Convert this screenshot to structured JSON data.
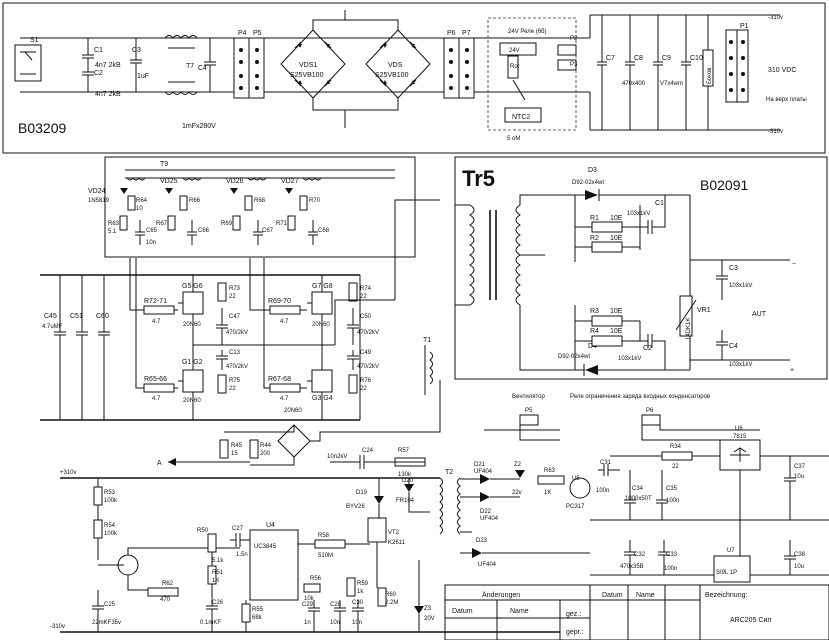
{
  "blocks": {
    "input": "B03209",
    "output_block": "B02091",
    "transformer_tr5": "Tr5"
  },
  "input_section": {
    "switch": "S1",
    "caps": [
      "C1",
      "C2",
      "C3",
      "C4"
    ],
    "cap_values": [
      "4n7 2kB",
      "4n7 2kB",
      "1uF"
    ],
    "c4_value": "1mFx280V",
    "filter": "T7",
    "connectors": [
      "P4",
      "P5",
      "P6",
      "P7"
    ],
    "bridge1_name": "VDS1",
    "bridge1_part": "S25VB100",
    "bridge2_name": "VDS",
    "bridge2_part": "S25VB100",
    "relay_label": "24V Реле (6б)",
    "relay_v": "24V",
    "r_relay": "Rог",
    "ntc_name": "NTC2",
    "ntc_value": "5 oM",
    "out_caps": [
      "C7",
      "C8",
      "C9",
      "C10"
    ],
    "cap_bank_values": [
      "470x400",
      "V7x4wm"
    ],
    "load_label": "Боков",
    "p1": "P1",
    "p2": "P2",
    "p3": "P3",
    "vdc": "310 VDC",
    "vdc_sub": "На верх платы",
    "minus_top": "-310v",
    "minus_bottom": "-310v"
  },
  "inverter": {
    "t9": "T9",
    "diodes": [
      "VD24",
      "VD25",
      "VD26",
      "VD27"
    ],
    "vd24_part": "1N5819",
    "r_top": [
      "R64",
      "R66",
      "R68",
      "R70"
    ],
    "r_top_val": "10",
    "r_mid": [
      "R63",
      "R67",
      "R69",
      "R71"
    ],
    "r_mid_val": "5.1",
    "c_snub": [
      "C65",
      "C66",
      "C67",
      "C68"
    ],
    "c_snub_val": "10n",
    "c_big": [
      "C45",
      "C51",
      "C60"
    ],
    "c_big_val": "4.7uMF",
    "g1": "G5 G6",
    "g2": "G7 G8",
    "g3": "G1 G2",
    "g4": "G3 G4",
    "mos": "20N60",
    "r72": "R72-71",
    "r69": "R69-70",
    "r65": "R65-66",
    "r67": "R67-68",
    "r_gate_val": "4.7",
    "r73": "R73",
    "r74": "R74",
    "r75": "R75",
    "r76": "R76",
    "r_drain_val": "22",
    "c47": "C47",
    "c50": "C50",
    "c13": "C13",
    "c49": "C49",
    "c_hv": "470/2kV",
    "t1": "T1"
  },
  "output": {
    "d3": "D3",
    "d3_part": "D92-02x4wt",
    "d4": "D4",
    "d4_part": "D92-02x4wt",
    "r1": "R1",
    "r2": "R2",
    "r3": "R3",
    "r4": "R4",
    "r_val": "10E",
    "c1": "C1",
    "c2": "C2",
    "c3": "C3",
    "c4": "C4",
    "c_val": "103x1kV",
    "vr1": "VR1",
    "vr1_part": "14DK1K",
    "aut": "AUT",
    "minus": "−",
    "plus": "+"
  },
  "control": {
    "a_label": "A",
    "r45": "R45",
    "r45v": "15",
    "r44": "R44",
    "r44v": "200",
    "c24": "C24",
    "c24v": "10n2kV",
    "r57": "R57",
    "r57v": "130k",
    "t2": "T2",
    "d21": "D21",
    "d21v": "UF404",
    "d22": "D22",
    "d22v": "UF404",
    "d19": "D19",
    "d19v": "BYV26",
    "d20": "D20",
    "d20v": "FR104",
    "d23": "D23",
    "d23v": "UF404",
    "z2": "Z2",
    "z2v": "22v",
    "r63": "R63",
    "r63v": "1K",
    "c31": "C31",
    "c31v": "100n",
    "u5": "U5",
    "u5v": "PC317",
    "u6": "U6",
    "u6v": "7815",
    "r34": "R34",
    "r34v": "22",
    "c34": "C34",
    "c34v": "1000x50T",
    "c35": "C35",
    "c35v": "100n",
    "c32": "C32",
    "c32v": "470x35B",
    "c33": "C33",
    "c33v": "100n",
    "c37": "C37",
    "c37v": "10u",
    "c38": "C38",
    "c38v": "10u",
    "u7": "U7",
    "u7v": "SI9L 1P",
    "ic": "U4",
    "ic_part": "UC3845",
    "r53": "R53",
    "r53v": "100k",
    "r54": "R54",
    "r54v": "100k",
    "r50": "R50",
    "r50v": "5.1k",
    "c27": "C27",
    "c27v": "1.5n",
    "r51": "R51",
    "r51v": "1K",
    "r62": "R62",
    "r62v": "470",
    "c25": "C25",
    "c25v": "22mKF35v",
    "c26": "C26",
    "c26v": "0.1mKF",
    "r55": "R55",
    "r55v": "68k",
    "r58": "R58",
    "r58v": "510M",
    "r56": "R56",
    "r56v": "10k",
    "c29": "C29",
    "c29v": "1n",
    "c28": "C28",
    "c28v": "10n",
    "c30": "C30",
    "c30v": "10n",
    "r59": "R59",
    "r59v": "1k",
    "r60": "R60",
    "r60v": "2.2M",
    "vt2": "VT2",
    "vt2v": "K2611",
    "z3": "Z3",
    "z3v": "20V",
    "fan_label": "Вентилятор",
    "relay_ctrl_label": "Реле ограничения заряда входных конденсаторов",
    "p5": "P5",
    "p6": "P6",
    "p_plus": "+310v",
    "p_minus": "-310v"
  },
  "title_block": {
    "changes": "Änderungen",
    "datum": "Datum",
    "name": "Name",
    "gez": "gez.:",
    "gepr": "gepr.:",
    "datum2": "Datum",
    "name2": "Name",
    "bezeichnung": "Bezeichnung:",
    "title": "ARC205 Сил"
  }
}
